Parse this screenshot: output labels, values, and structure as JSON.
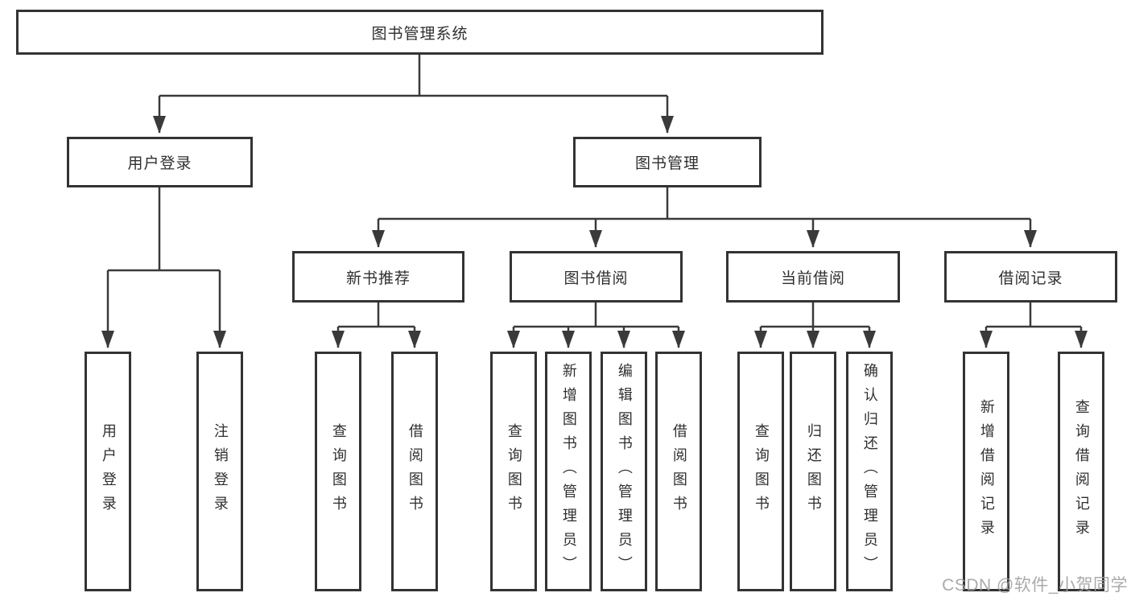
{
  "diagram_title": "图书管理系统",
  "tree": {
    "label": "图书管理系统",
    "children": [
      {
        "label": "用户登录",
        "children": [
          {
            "label": "用户登录"
          },
          {
            "label": "注销登录"
          }
        ]
      },
      {
        "label": "图书管理",
        "children": [
          {
            "label": "新书推荐",
            "children": [
              {
                "label": "查询图书"
              },
              {
                "label": "借阅图书"
              }
            ]
          },
          {
            "label": "图书借阅",
            "children": [
              {
                "label": "查询图书"
              },
              {
                "label": "新增图书（管理员）"
              },
              {
                "label": "编辑图书（管理员）"
              },
              {
                "label": "借阅图书"
              }
            ]
          },
          {
            "label": "当前借阅",
            "children": [
              {
                "label": "查询图书"
              },
              {
                "label": "归还图书"
              },
              {
                "label": "确认归还（管理员）"
              }
            ]
          },
          {
            "label": "借阅记录",
            "children": [
              {
                "label": "新增借阅记录"
              },
              {
                "label": "查询借阅记录"
              }
            ]
          }
        ]
      }
    ]
  },
  "watermark": {
    "text": "CSDN @软件_小贺同学"
  },
  "colors": {
    "line": "#3a3a3a",
    "box_border": "#333333",
    "text": "#2f2f2f",
    "watermark": "#9e9e9e",
    "background": "#ffffff"
  }
}
